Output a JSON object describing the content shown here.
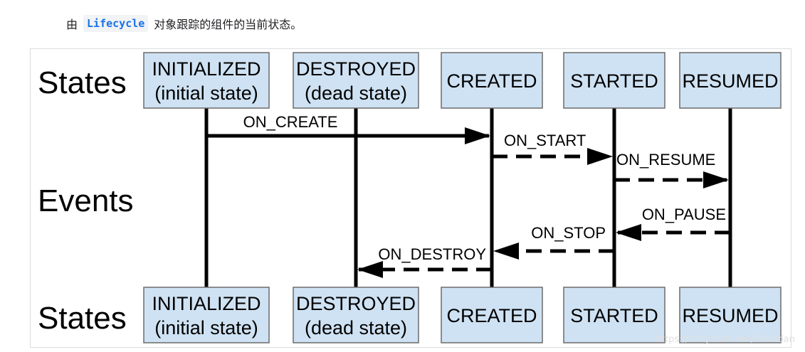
{
  "caption": {
    "prefix": "由",
    "code": "Lifecycle",
    "suffix": "对象跟踪的组件的当前状态。"
  },
  "diagram": {
    "row_labels": {
      "states_top": "States",
      "events": "Events",
      "states_bottom": "States"
    },
    "states": [
      {
        "id": "initialized",
        "line1": "INITIALIZED",
        "line2": "(initial state)"
      },
      {
        "id": "destroyed",
        "line1": "DESTROYED",
        "line2": "(dead state)"
      },
      {
        "id": "created",
        "line1": "CREATED",
        "line2": ""
      },
      {
        "id": "started",
        "line1": "STARTED",
        "line2": ""
      },
      {
        "id": "resumed",
        "line1": "RESUMED",
        "line2": ""
      }
    ],
    "events": [
      {
        "label": "ON_CREATE",
        "from": "initialized",
        "to": "created",
        "style": "solid"
      },
      {
        "label": "ON_START",
        "from": "created",
        "to": "started",
        "style": "dashed"
      },
      {
        "label": "ON_RESUME",
        "from": "started",
        "to": "resumed",
        "style": "dashed"
      },
      {
        "label": "ON_PAUSE",
        "from": "resumed",
        "to": "started",
        "style": "dashed"
      },
      {
        "label": "ON_STOP",
        "from": "started",
        "to": "created",
        "style": "dashed"
      },
      {
        "label": "ON_DESTROY",
        "from": "created",
        "to": "destroyed",
        "style": "dashed"
      }
    ],
    "colors": {
      "box_fill": "#cfe2f3",
      "box_stroke": "#6b6b6b",
      "line": "#000000"
    }
  },
  "watermark": "https://blog.csdn.net/Duckdan"
}
